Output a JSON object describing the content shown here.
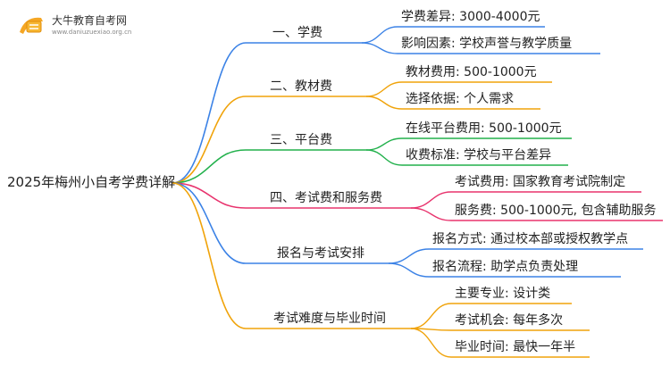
{
  "logo": {
    "title": "大牛教育自考网",
    "subtitle": "www.daniuzuexiao.org.cn"
  },
  "root": "2025年梅州小自考学费详解",
  "branches": [
    {
      "label": "一、学费",
      "color": "#3b82e6",
      "children": [
        "学费差异: 3000-4000元",
        "影响因素: 学校声誉与教学质量"
      ]
    },
    {
      "label": "二、教材费",
      "color": "#f0a30a",
      "children": [
        "教材费用: 500-1000元",
        "选择依据: 个人需求"
      ]
    },
    {
      "label": "三、平台费",
      "color": "#22b14c",
      "children": [
        "在线平台费用: 500-1000元",
        "收费标准: 学校与平台差异"
      ]
    },
    {
      "label": "四、考试费和服务费",
      "color": "#e8336d",
      "children": [
        "考试费用: 国家教育考试院制定",
        "服务费: 500-1000元, 包含辅助服务"
      ]
    },
    {
      "label": "报名与考试安排",
      "color": "#3b82e6",
      "children": [
        "报名方式: 通过校本部或授权教学点",
        "报名流程: 助学点负责处理"
      ]
    },
    {
      "label": "考试难度与毕业时间",
      "color": "#f0a30a",
      "children": [
        "主要专业: 设计类",
        "考试机会: 每年多次",
        "毕业时间: 最快一年半"
      ]
    }
  ]
}
